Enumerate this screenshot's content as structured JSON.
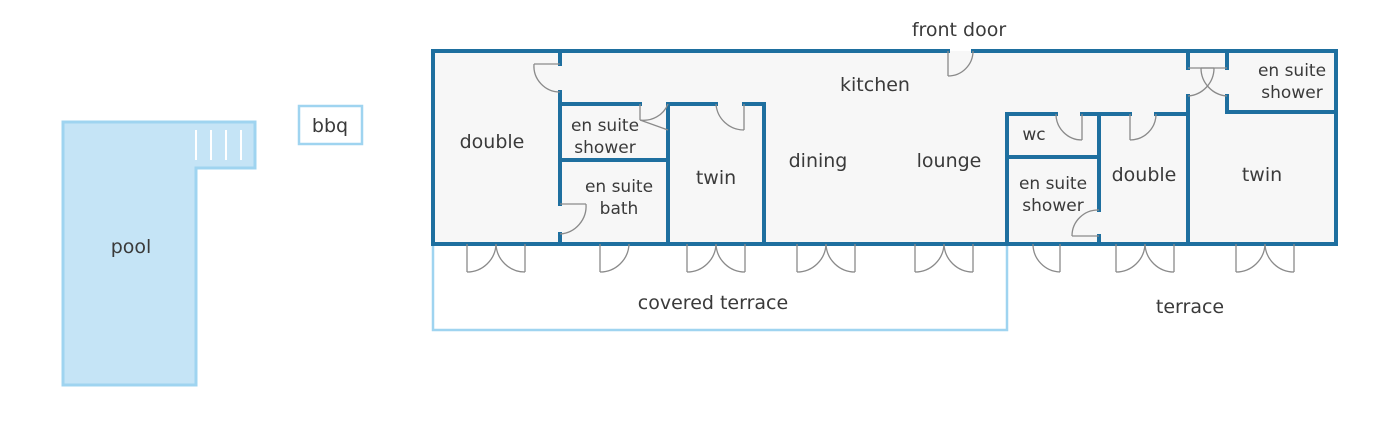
{
  "labels": {
    "front_door": "front door",
    "kitchen": "kitchen",
    "double_left": "double",
    "ensuite_shower_left": [
      "en suite",
      "shower"
    ],
    "ensuite_bath": [
      "en suite",
      "bath"
    ],
    "twin_left": "twin",
    "dining": "dining",
    "lounge": "lounge",
    "wc": "wc",
    "ensuite_shower_mid": [
      "en suite",
      "shower"
    ],
    "double_right": "double",
    "ensuite_shower_right": [
      "en suite",
      "shower"
    ],
    "twin_right": "twin",
    "covered_terrace": "covered terrace",
    "terrace": "terrace",
    "pool": "pool",
    "bbq": "bbq"
  },
  "colors": {
    "wall": "#1e6f9f",
    "floor": "#f7f7f7",
    "pool_fill": "#c5e4f6",
    "pool_stroke": "#9fd4f0",
    "door": "#8a8a8a",
    "text": "#3a3a3a"
  }
}
